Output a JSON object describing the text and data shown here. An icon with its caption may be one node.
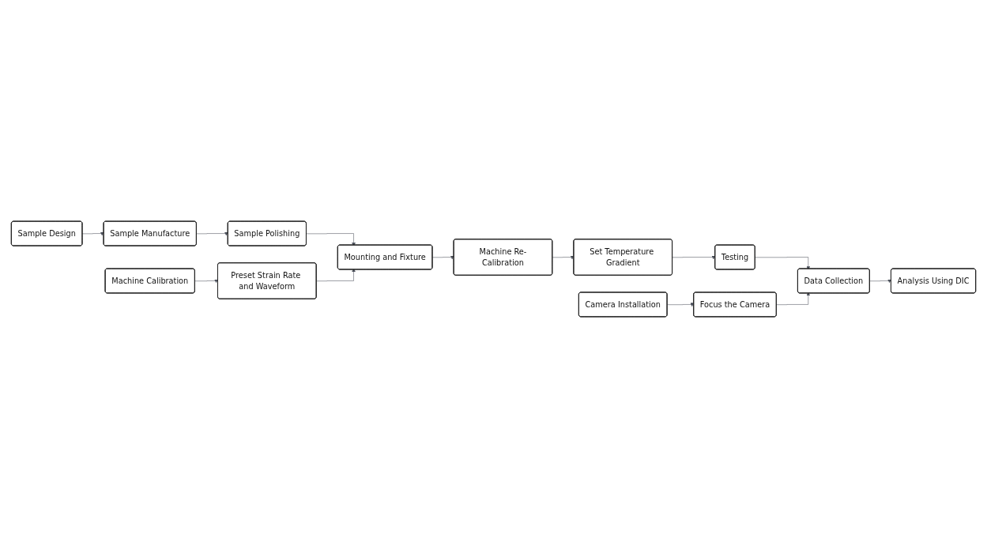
{
  "diagram": {
    "nodes": [
      {
        "text": [
          "Sample Design"
        ]
      },
      {
        "text": [
          "Sample Manufacture"
        ]
      },
      {
        "text": [
          "Sample Polishing"
        ]
      },
      {
        "text": [
          "Mounting and Fixture"
        ]
      },
      {
        "text": [
          "Machine Re-Calibration"
        ]
      },
      {
        "text": [
          "Set Temperature Gradient"
        ]
      },
      {
        "text": [
          "Machine Calibration"
        ]
      },
      {
        "text": [
          "Preset Strain Rate and Waveform"
        ]
      },
      {
        "text": [
          "Testing"
        ]
      },
      {
        "text": [
          "Camera Installation"
        ]
      },
      {
        "text": [
          "Focus the Camera"
        ]
      },
      {
        "text": [
          "Data Collection"
        ]
      },
      {
        "text": [
          "Analysis Using DIC"
        ]
      }
    ],
    "edges": [
      {
        "from": 0,
        "to": 1,
        "arrow": "to"
      },
      {
        "from": 1,
        "to": 2,
        "arrow": "to"
      },
      {
        "from": 2,
        "to": 3,
        "arrow": "to"
      },
      {
        "from": 7,
        "to": 3,
        "arrow": "to"
      },
      {
        "from": 3,
        "to": 4,
        "arrow": "to"
      },
      {
        "from": 4,
        "to": 5,
        "arrow": "to"
      },
      {
        "from": 5,
        "to": 8,
        "arrow": "to"
      },
      {
        "from": 6,
        "to": 7,
        "arrow": "to"
      },
      {
        "from": 8,
        "to": 11,
        "arrow": "to"
      },
      {
        "from": 9,
        "to": 10,
        "arrow": "to"
      },
      {
        "from": 10,
        "to": 11,
        "arrow": "to"
      },
      {
        "from": 11,
        "to": 12,
        "arrow": "to"
      }
    ]
  }
}
